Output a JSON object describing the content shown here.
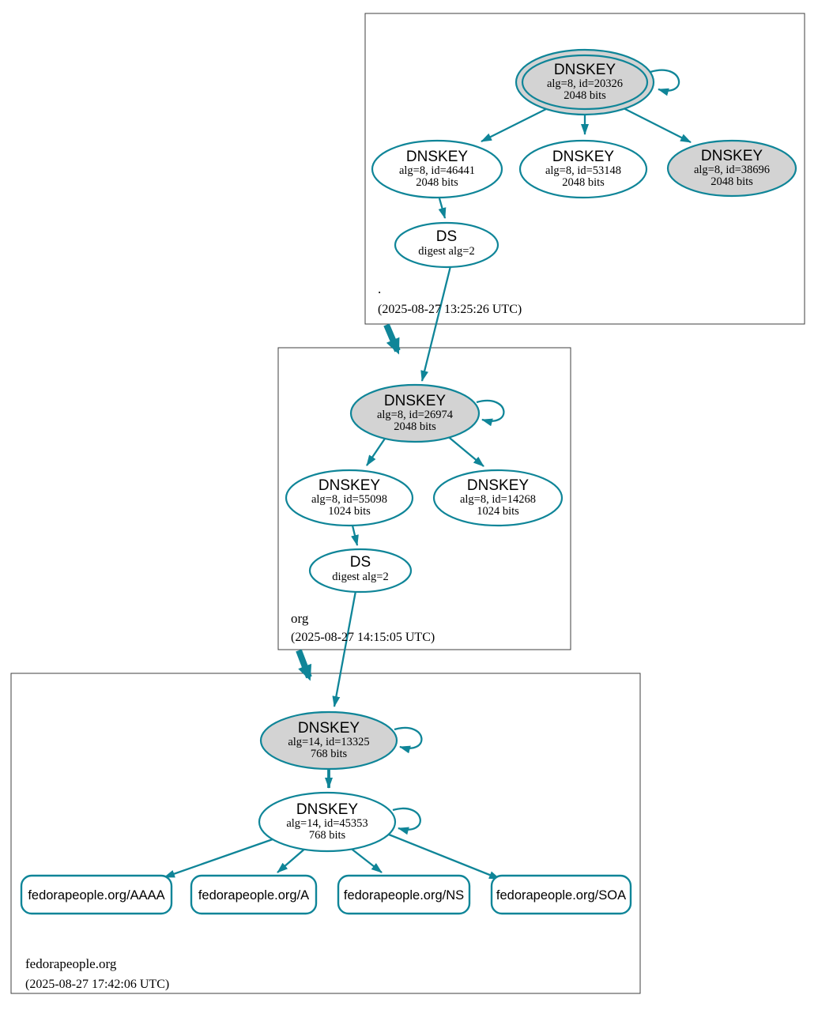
{
  "zones": {
    "root": {
      "label": ".",
      "timestamp": "(2025-08-27 13:25:26 UTC)"
    },
    "org": {
      "label": "org",
      "timestamp": "(2025-08-27 14:15:05 UTC)"
    },
    "fedorapeople": {
      "label": "fedorapeople.org",
      "timestamp": "(2025-08-27 17:42:06 UTC)"
    }
  },
  "nodes": {
    "k20326": {
      "title": "DNSKEY",
      "detail1": "alg=8, id=20326",
      "detail2": "2048 bits"
    },
    "k46441": {
      "title": "DNSKEY",
      "detail1": "alg=8, id=46441",
      "detail2": "2048 bits"
    },
    "k53148": {
      "title": "DNSKEY",
      "detail1": "alg=8, id=53148",
      "detail2": "2048 bits"
    },
    "k38696": {
      "title": "DNSKEY",
      "detail1": "alg=8, id=38696",
      "detail2": "2048 bits"
    },
    "dsroot": {
      "title": "DS",
      "detail1": "digest alg=2"
    },
    "k26974": {
      "title": "DNSKEY",
      "detail1": "alg=8, id=26974",
      "detail2": "2048 bits"
    },
    "k55098": {
      "title": "DNSKEY",
      "detail1": "alg=8, id=55098",
      "detail2": "1024 bits"
    },
    "k14268": {
      "title": "DNSKEY",
      "detail1": "alg=8, id=14268",
      "detail2": "1024 bits"
    },
    "dsorg": {
      "title": "DS",
      "detail1": "digest alg=2"
    },
    "k13325": {
      "title": "DNSKEY",
      "detail1": "alg=14, id=13325",
      "detail2": "768 bits"
    },
    "k45353": {
      "title": "DNSKEY",
      "detail1": "alg=14, id=45353",
      "detail2": "768 bits"
    }
  },
  "rrsets": {
    "aaaa": "fedorapeople.org/AAAA",
    "a": "fedorapeople.org/A",
    "ns": "fedorapeople.org/NS",
    "soa": "fedorapeople.org/SOA"
  },
  "colors": {
    "edge_secure": "#0f8598",
    "ksk_fill": "#d3d3d3",
    "node_fill": "#ffffff",
    "zone_border": "#3f3f3f"
  }
}
